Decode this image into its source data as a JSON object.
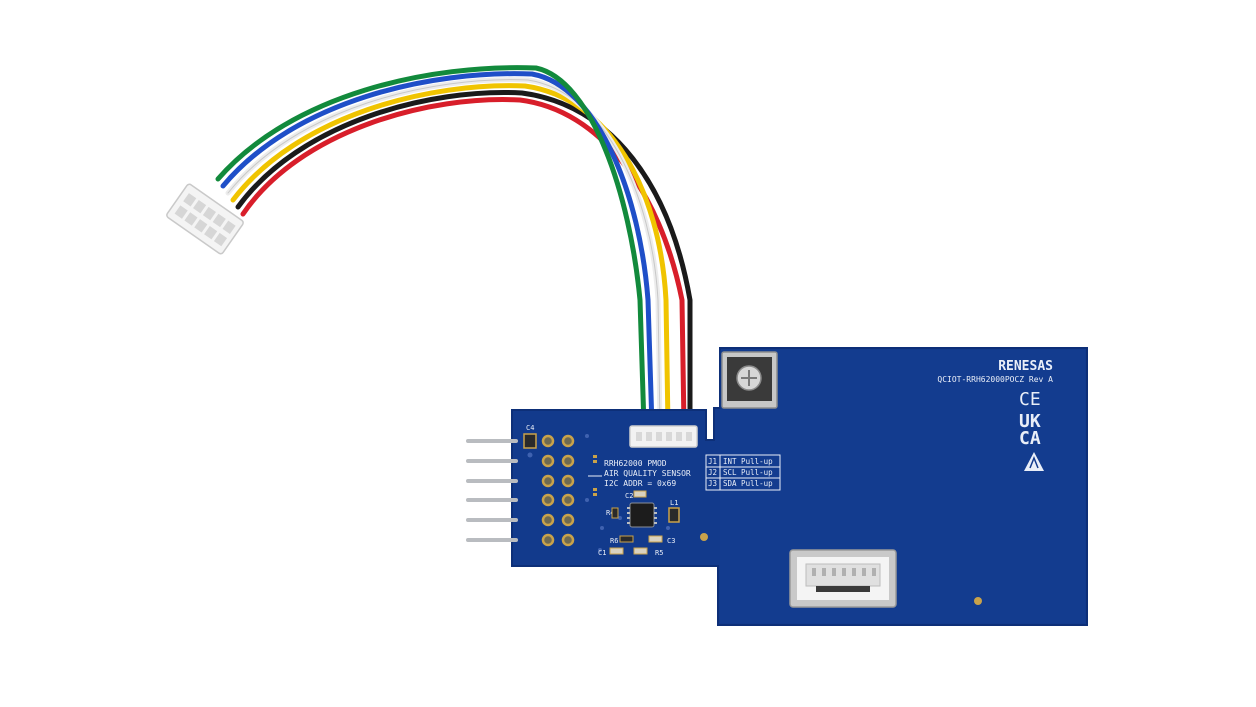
{
  "board": {
    "brand": "RENESAS",
    "part_number": "QCIOT-RRH62000POCZ Rev A",
    "ce_mark": "CE",
    "ukca_line1": "UK",
    "ukca_line2": "CA",
    "title_line1": "RRH62000 PMOD",
    "title_line2": "AIR QUALITY SENSOR",
    "title_line3": "I2C ADDR = 0x69",
    "jumpers": [
      {
        "id": "J1",
        "label": "INT Pull-up"
      },
      {
        "id": "J2",
        "label": "SCL Pull-up"
      },
      {
        "id": "J3",
        "label": "SDA Pull-up"
      }
    ],
    "refdes": {
      "c4": "C4",
      "c2": "C2",
      "l1": "L1",
      "r4": "R4",
      "r6": "R6",
      "c3": "C3",
      "c1": "C1",
      "r5": "R5"
    }
  },
  "colors": {
    "pcb": "#123a8c",
    "pcb_edge": "#0d2f78",
    "silkscreen": "#e9eef8",
    "gold": "#c9a24a",
    "connector": "#f2f2f2",
    "wire_black": "#1a1a1a",
    "wire_red": "#d81e2a",
    "wire_yellow": "#f0c400",
    "wire_white": "#f4f4f4",
    "wire_blue": "#1f4fc8",
    "wire_green": "#128a3c"
  }
}
